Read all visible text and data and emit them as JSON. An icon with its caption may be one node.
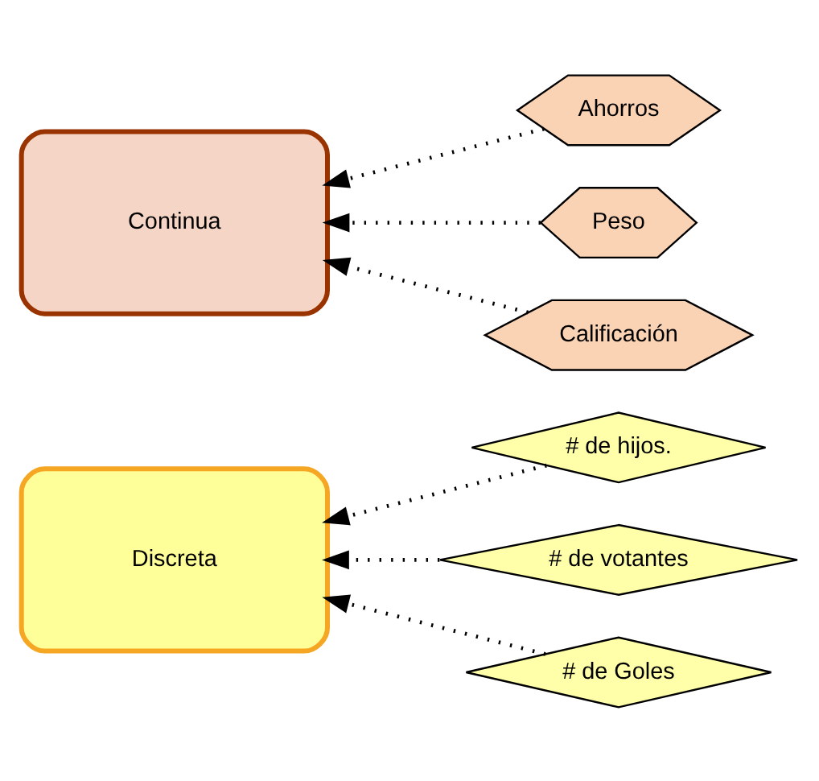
{
  "diagram": {
    "nodes": [
      {
        "text": [
          "Discreta"
        ]
      },
      {
        "text": [
          "# de hijos."
        ]
      },
      {
        "text": [
          "# de votantes"
        ]
      },
      {
        "text": [
          "# de Goles"
        ]
      },
      {
        "text": [
          "Continua"
        ]
      },
      {
        "text": [
          "Ahorros"
        ]
      },
      {
        "text": [
          "Peso"
        ]
      },
      {
        "text": [
          "Calificación"
        ]
      }
    ],
    "edges": [
      {
        "from": 1,
        "to": 0,
        "arrow": "to",
        "style": "dashed"
      },
      {
        "from": 2,
        "to": 0,
        "arrow": "to",
        "style": "dashed"
      },
      {
        "from": 3,
        "to": 0,
        "arrow": "to",
        "style": "dashed"
      },
      {
        "from": 5,
        "to": 4,
        "arrow": "to",
        "style": "dashed"
      },
      {
        "from": 6,
        "to": 4,
        "arrow": "to",
        "style": "dashed"
      },
      {
        "from": 7,
        "to": 4,
        "arrow": "to",
        "style": "dashed"
      }
    ]
  }
}
